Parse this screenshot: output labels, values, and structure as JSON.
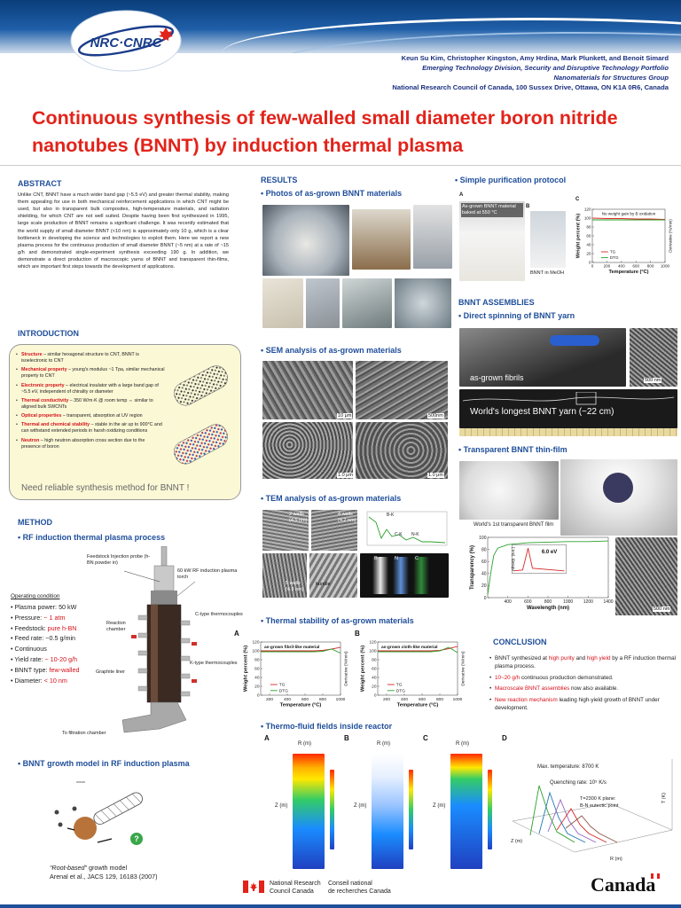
{
  "header": {
    "logo_text": "NRC·CNRC",
    "authors_line": "Keun Su Kim, Christopher Kingston, Amy Hrdina, Mark Plunkett, and Benoit Simard",
    "division": "Emerging Technology Division, Security and Disruptive Technology Portfolio",
    "group": "Nanomaterials for Structures Group",
    "address": "National Research Council of Canada, 100 Sussex Drive, Ottawa, ON K1A 0R6, Canada"
  },
  "title": "Continuous synthesis of few-walled small diameter boron nitride nanotubes (BNNT) by induction thermal plasma",
  "abstract": {
    "heading": "ABSTRACT",
    "text": "Unlike CNT, BNNT have a much wider band gap (~5.5 eV) and greater thermal stability, making them appealing for use in both mechanical reinforcement applications in which CNT might be used, but also in transparent bulk composites, high-temperature materials, and radiation shielding, for which CNT are not well suited. Despite having been first synthesized in 1995, large scale production of BNNT remains a significant challenge. It was recently estimated that the world supply of small diameter BNNT (<10 nm) is approximately only 10 g, which is a clear bottleneck in developing the science and technologies to exploit them. Here we report a new plasma process for the continuous production of small diameter BNNT (~5 nm) at a rate of ~15 g/h and demonstrated single-experiment synthesis exceeding 190 g. In addition, we demonstrate a direct production of macroscopic yarns of BNNT and transparent thin-films, which are important first steps towards the development of applications."
  },
  "introduction": {
    "heading": "INTRODUCTION",
    "items": [
      {
        "key": "Structure",
        "text": " – similar hexagonal structure to CNT, BNNT is isoelectronic to CNT"
      },
      {
        "key": "Mechanical property",
        "text": " – young's modulus ~1 Tpa, similar mechanical property to CNT"
      },
      {
        "key": "Electronic property",
        "text": " – electrical insulator with a large band gap of ~5.5 eV, independent of chirality or diameter"
      },
      {
        "key": "Thermal conductivity",
        "text": " – 350 W/m·K @ room temp ⇔ similar to aligned bulk SWCNTs"
      },
      {
        "key": "Optical properties",
        "text": " – transparent, absorption at UV region"
      },
      {
        "key": "Thermal and chemical stability",
        "text": " – stable in the air up to 900°C and can withstand extended periods in harsh oxidizing conditions"
      },
      {
        "key": "Neutron",
        "text": " – high neutron absorption cross section due to the presence of boron"
      }
    ],
    "callout": "Need reliable synthesis method for BNNT !"
  },
  "method": {
    "heading": "METHOD",
    "subheading": "• RF induction thermal plasma process",
    "labels": {
      "feedstock": "Feedstock Injection probe (h-BN powder in)",
      "torch": "60 kW RF induction plasma torch",
      "reaction": "Reaction chamber",
      "ctype": "C-type thermocouples",
      "ktype": "K-type thermocouples",
      "graphite": "Graphite liner",
      "filtration": "To filtration chamber"
    },
    "operating": {
      "heading": "Operating condition",
      "items": [
        {
          "label": "Plasma power: ",
          "value": "50 kW",
          "red": false
        },
        {
          "label": "Pressure: ",
          "value": "~ 1 atm",
          "red": true
        },
        {
          "label": "Feedstock: ",
          "value": "pure h-BN",
          "red": true
        },
        {
          "label": "Feed rate: ",
          "value": "~0.5 g/min",
          "red": false
        },
        {
          "label": "",
          "value": "Continuous",
          "red": false
        },
        {
          "label": "Yield rate: ",
          "value": "~ 10-20 g/h",
          "red": true
        },
        {
          "label": "BNNT type: ",
          "value": "few-walled",
          "red": true
        },
        {
          "label": "Diameter: ",
          "value": "< 10 nm",
          "red": true
        }
      ]
    }
  },
  "growth": {
    "heading": "• BNNT growth model in RF induction plasma",
    "caption_italic": "“Root-based”",
    "caption_rest": " growth model",
    "reference": "Arenal et al., JACS 129, 16183 (2007)"
  },
  "results": {
    "heading": "RESULTS",
    "photos": "• Photos of as-grown BNNT materials",
    "sem": "• SEM analysis of as-grown materials",
    "sem_scales": [
      "10 μm",
      "500nm",
      "1.0 μm",
      "1.0 μm"
    ],
    "tem": "• TEM analysis of as-grown materials",
    "tem_labels": [
      "2 walls (4.5 nm)",
      "4 walls (4.2 nm)",
      "bundle",
      "5 walls (4.9 nm)",
      "B-K",
      "C-K",
      "N-K",
      "B",
      "N",
      "C"
    ],
    "thermal": "• Thermal stability of as-grown materials",
    "thermal_a": "as-grown fibril-like material",
    "thermal_b": "as-grown cloth-like material",
    "fluid": "• Thermo-fluid fields inside reactor"
  },
  "purification": {
    "heading": "• Simple purification protocol",
    "label_a": "As-grown BNNT material baked at 550 °C",
    "label_b": "BNNT in MeOH",
    "chart_note": "No weight gain by B oxidation"
  },
  "assemblies": {
    "heading": "BNNT ASSEMBLIES",
    "yarn": "• Direct spinning of BNNT yarn",
    "fibrils": "as-grown fibrils",
    "longest": "World's longest BNNT yarn (~22 cm)",
    "yarn_scale": "500 nm",
    "film": "• Transparent BNNT thin-film",
    "film_caption": "World's 1st transparent BNNT film",
    "film_scale": "500 nm"
  },
  "conclusion": {
    "heading": "CONCLUSION",
    "items": [
      {
        "a": "BNNT synthesized at ",
        "r1": "high purity",
        "b": " and ",
        "r2": "high yield",
        "c": " by a RF induction thermal plasma process."
      },
      {
        "a": "",
        "r1": "10~20 g/h",
        "b": " continuous production demonstrated.",
        "r2": "",
        "c": ""
      },
      {
        "a": "",
        "r1": "Macroscale BNNT assemblies",
        "b": " now also available.",
        "r2": "",
        "c": ""
      },
      {
        "a": "",
        "r1": "New reaction mechanism",
        "b": " leading high-yield growth of BNNT under development.",
        "r2": "",
        "c": ""
      }
    ]
  },
  "footer": {
    "org_en1": "National Research",
    "org_en2": "Council Canada",
    "org_fr1": "Conseil national",
    "org_fr2": "de recherches Canada",
    "wordmark": "Canada"
  },
  "chart_data": [
    {
      "type": "line",
      "name": "purification-tga",
      "xlabel": "Temperature (°C)",
      "ylabel": "Weight percent (%)",
      "y2label": "Derivative (%/min)",
      "xlim": [
        0,
        1000
      ],
      "ylim": [
        0,
        120
      ],
      "x_ticks": [
        0,
        200,
        400,
        600,
        800,
        1000
      ],
      "y_ticks": [
        0,
        20,
        40,
        60,
        80,
        100,
        120
      ],
      "series": [
        {
          "name": "TG",
          "color": "#d62728",
          "x": [
            0,
            200,
            400,
            600,
            800,
            1000
          ],
          "y": [
            100,
            99,
            99,
            98,
            98,
            97
          ]
        },
        {
          "name": "DTG",
          "color": "#2ca02c",
          "x": [
            0,
            200,
            400,
            600,
            800,
            1000
          ],
          "y": [
            96,
            96,
            96,
            96,
            96,
            96
          ]
        }
      ]
    },
    {
      "type": "line",
      "name": "thermal-a",
      "title": "as-grown fibril-like material",
      "xlabel": "Temperature (°C)",
      "ylabel": "Weight percent (%)",
      "y2label": "Derivative (%/min)",
      "xlim": [
        100,
        1000
      ],
      "ylim": [
        0,
        120
      ],
      "x_ticks": [
        200,
        400,
        600,
        800,
        1000
      ],
      "y_ticks": [
        0,
        20,
        40,
        60,
        80,
        100,
        120
      ],
      "series": [
        {
          "name": "TG",
          "color": "#d62728",
          "x": [
            100,
            300,
            500,
            700,
            800,
            900,
            1000
          ],
          "y": [
            100,
            100,
            100,
            100,
            101,
            104,
            108
          ]
        },
        {
          "name": "DTG",
          "color": "#2ca02c",
          "x": [
            100,
            300,
            500,
            700,
            800,
            900,
            1000
          ],
          "y": [
            98,
            98,
            98,
            98,
            99,
            104,
            95
          ]
        }
      ]
    },
    {
      "type": "line",
      "name": "thermal-b",
      "title": "as-grown cloth-like material",
      "xlabel": "Temperature (°C)",
      "ylabel": "Weight percent (%)",
      "y2label": "Derivative (%/min)",
      "xlim": [
        100,
        1000
      ],
      "ylim": [
        0,
        120
      ],
      "x_ticks": [
        200,
        400,
        600,
        800,
        1000
      ],
      "y_ticks": [
        0,
        20,
        40,
        60,
        80,
        100,
        120
      ],
      "series": [
        {
          "name": "TG",
          "color": "#d62728",
          "x": [
            100,
            300,
            500,
            700,
            800,
            900,
            1000
          ],
          "y": [
            100,
            100,
            100,
            100,
            101,
            105,
            110
          ]
        },
        {
          "name": "DTG",
          "color": "#2ca02c",
          "x": [
            100,
            300,
            500,
            700,
            800,
            900,
            1000
          ],
          "y": [
            98,
            98,
            98,
            98,
            100,
            108,
            96
          ]
        }
      ]
    },
    {
      "type": "line",
      "name": "transparency",
      "xlabel": "Wavelength (nm)",
      "ylabel": "Transparency (%)",
      "xlim": [
        200,
        1400
      ],
      "ylim": [
        0,
        100
      ],
      "x_ticks": [
        400,
        600,
        800,
        1000,
        1200,
        1400
      ],
      "y_ticks": [
        0,
        20,
        40,
        60,
        80,
        100
      ],
      "inset_label": "6.0 eV",
      "inset_ylabel": "Absorp. (a.u.)",
      "series": [
        {
          "name": "Transparency",
          "color": "#2ca02c",
          "x": [
            200,
            230,
            260,
            300,
            400,
            600,
            800,
            1000,
            1200,
            1400
          ],
          "y": [
            5,
            40,
            70,
            82,
            88,
            91,
            92,
            93,
            93,
            94
          ]
        }
      ]
    }
  ]
}
